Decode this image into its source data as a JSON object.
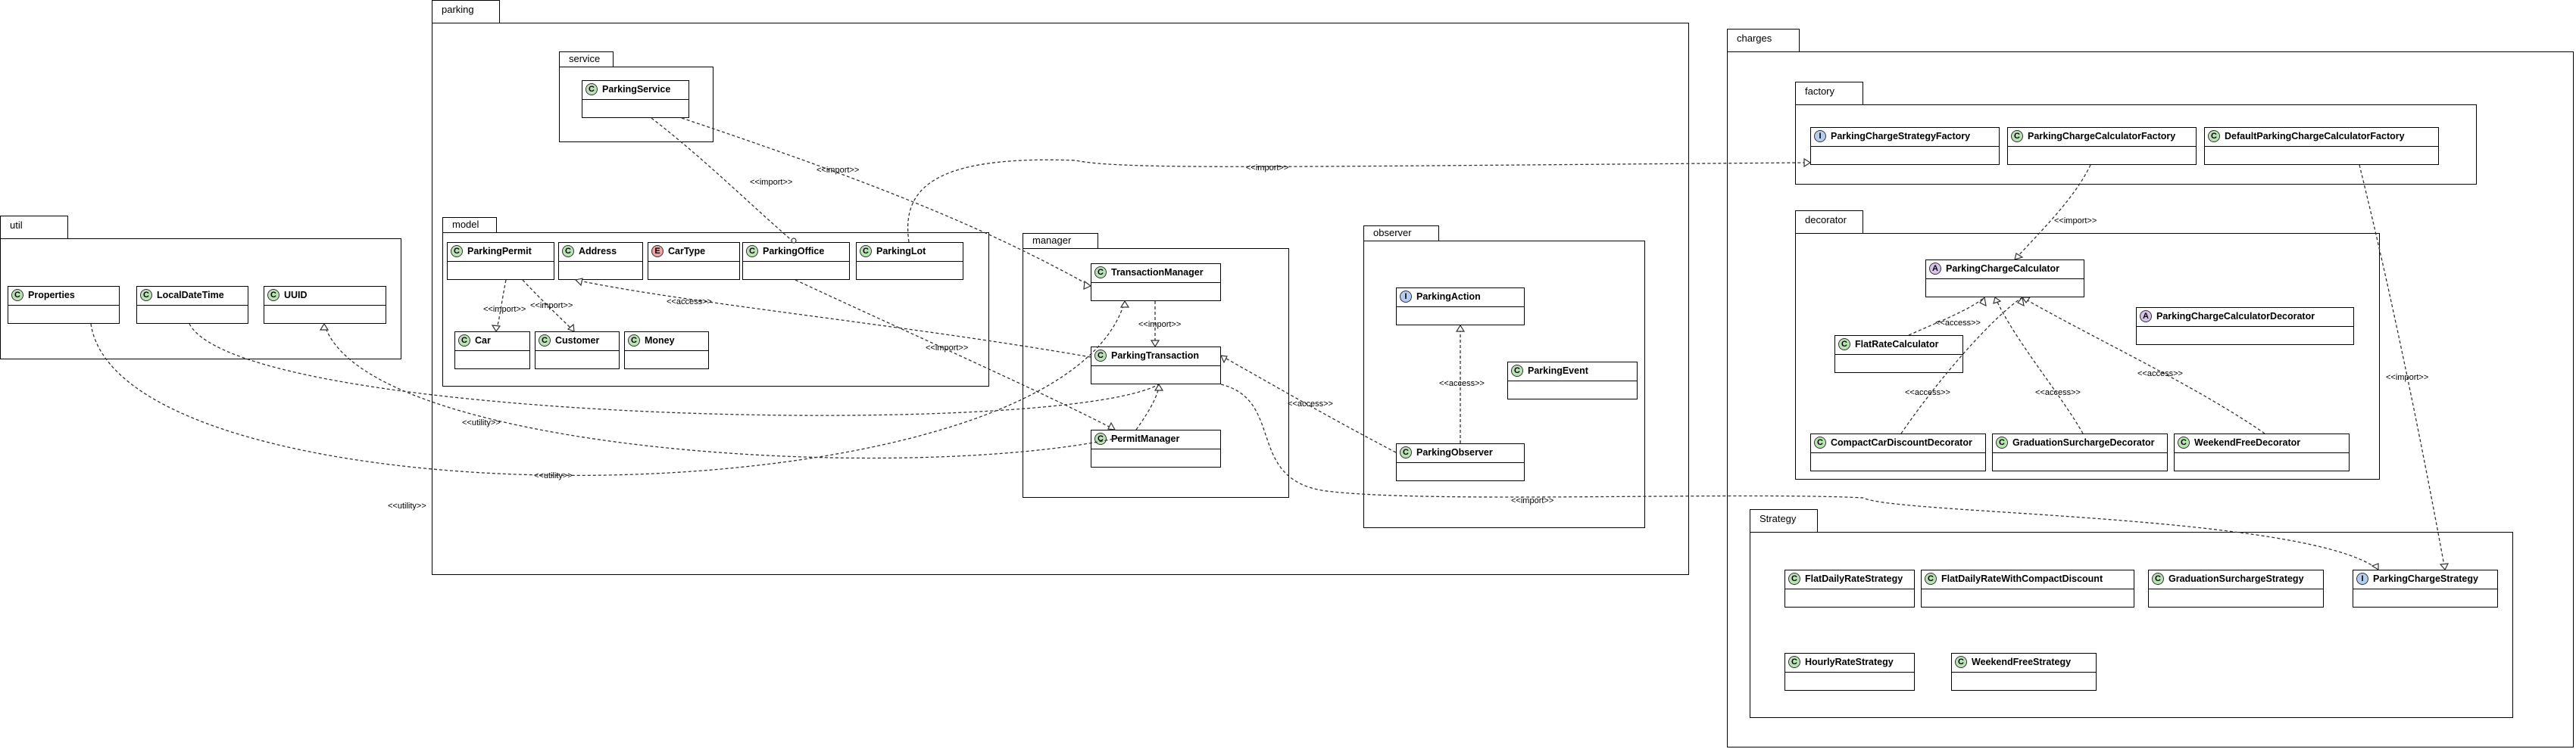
{
  "packages": {
    "parking": "parking",
    "service": "service",
    "model": "model",
    "manager": "manager",
    "observer": "observer",
    "util": "util",
    "charges": "charges",
    "factory": "factory",
    "decorator": "decorator",
    "strategy": "Strategy"
  },
  "stereotypes": {
    "C": "C",
    "I": "I",
    "A": "A",
    "E": "E"
  },
  "classes": {
    "parking_service": "ParkingService",
    "parking_permit": "ParkingPermit",
    "address": "Address",
    "car_type": "CarType",
    "parking_office": "ParkingOffice",
    "parking_lot": "ParkingLot",
    "car": "Car",
    "customer": "Customer",
    "money": "Money",
    "transaction_manager": "TransactionManager",
    "parking_transaction": "ParkingTransaction",
    "permit_manager": "PermitManager",
    "parking_action": "ParkingAction",
    "parking_event": "ParkingEvent",
    "parking_observer": "ParkingObserver",
    "properties": "Properties",
    "local_date_time": "LocalDateTime",
    "uuid": "UUID",
    "parking_charge_strategy_factory": "ParkingChargeStrategyFactory",
    "parking_charge_calculator_factory": "ParkingChargeCalculatorFactory",
    "default_parking_charge_calculator_factory": "DefaultParkingChargeCalculatorFactory",
    "parking_charge_calculator": "ParkingChargeCalculator",
    "flat_rate_calculator": "FlatRateCalculator",
    "parking_charge_calculator_decorator": "ParkingChargeCalculatorDecorator",
    "compact_car_discount_decorator": "CompactCarDiscountDecorator",
    "graduation_surcharge_decorator": "GraduationSurchargeDecorator",
    "weekend_free_decorator": "WeekendFreeDecorator",
    "flat_daily_rate_strategy": "FlatDailyRateStrategy",
    "flat_daily_rate_with_compact_discount": "FlatDailyRateWithCompactDiscount",
    "graduation_surcharge_strategy": "GraduationSurchargeStrategy",
    "parking_charge_strategy": "ParkingChargeStrategy",
    "hourly_rate_strategy": "HourlyRateStrategy",
    "weekend_free_strategy": "WeekendFreeStrategy"
  },
  "relations": {
    "import": "<<import>>",
    "access": "<<access>>",
    "utility": "<<utility>>"
  }
}
